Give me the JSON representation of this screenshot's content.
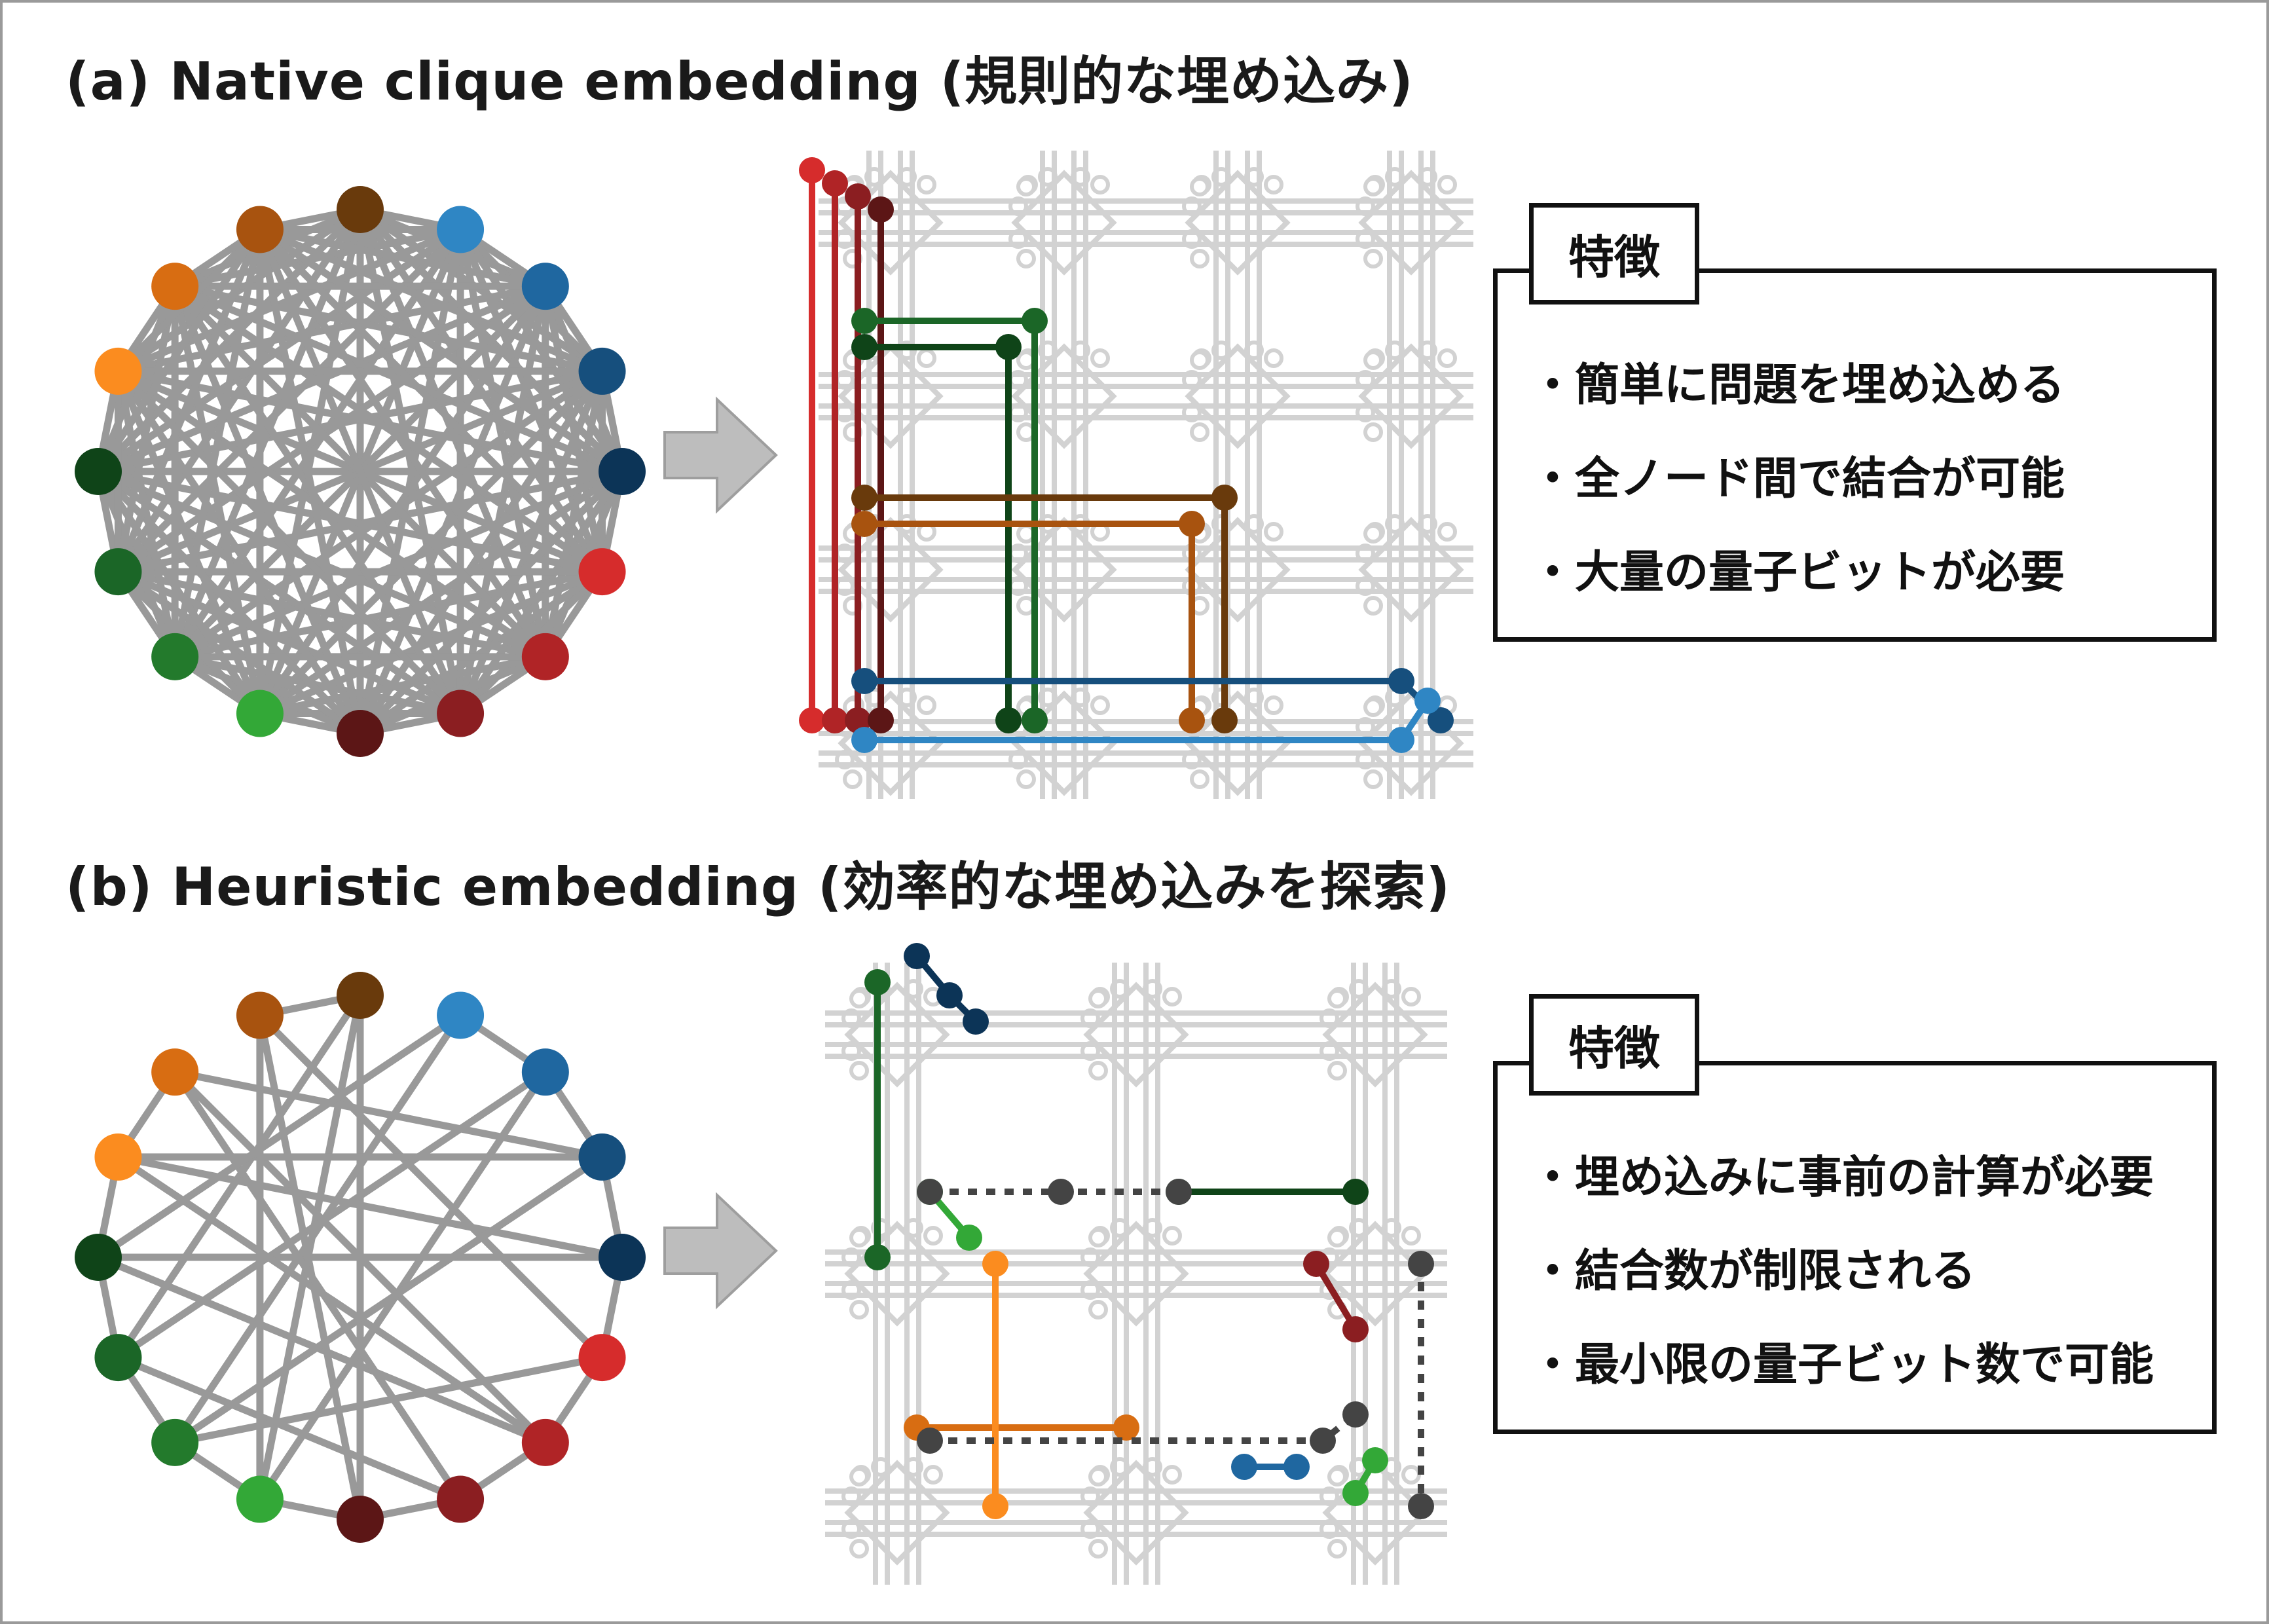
{
  "colors": {
    "edge": "#999999",
    "grid": "#d2d2d2",
    "arrow_fill": "#bdbdbd",
    "arrow_stroke": "#9e9e9e",
    "nodes": [
      "#693a0c",
      "#2f86c4",
      "#1f67a0",
      "#164f7d",
      "#0c3457",
      "#d62c2c",
      "#b02426",
      "#8b1e21",
      "#5c1616",
      "#33a837",
      "#237a2c",
      "#1b6627",
      "#0f4418",
      "#fb8c1f",
      "#d86d12",
      "#a8530f"
    ]
  },
  "panel_a": {
    "title": "(a) Native clique embedding (規則的な埋め込み)",
    "graph": {
      "type": "complete",
      "node_count": 16
    },
    "features_tag": "特徴",
    "features": [
      "・簡単に問題を埋め込める",
      "・全ノード間で結合が可能",
      "・大量の量子ビットが必要"
    ]
  },
  "panel_b": {
    "title": "(b) Heuristic embedding (効率的な埋め込みを探索)",
    "graph": {
      "type": "sparse",
      "node_count": 16,
      "edges": [
        [
          0,
          8
        ],
        [
          0,
          9
        ],
        [
          1,
          2
        ],
        [
          2,
          3
        ],
        [
          3,
          4
        ],
        [
          4,
          5
        ],
        [
          5,
          6
        ],
        [
          6,
          7
        ],
        [
          7,
          8
        ],
        [
          8,
          9
        ],
        [
          9,
          10
        ],
        [
          10,
          11
        ],
        [
          11,
          12
        ],
        [
          12,
          13
        ],
        [
          13,
          14
        ],
        [
          15,
          0
        ],
        [
          15,
          5
        ],
        [
          14,
          6
        ],
        [
          13,
          3
        ],
        [
          12,
          4
        ],
        [
          11,
          2
        ],
        [
          10,
          1
        ],
        [
          12,
          6
        ],
        [
          14,
          3
        ],
        [
          11,
          7
        ],
        [
          13,
          6
        ],
        [
          15,
          8
        ],
        [
          9,
          2
        ],
        [
          10,
          5
        ],
        [
          14,
          7
        ],
        [
          0,
          11
        ],
        [
          1,
          12
        ],
        [
          4,
          13
        ],
        [
          15,
          9
        ],
        [
          3,
          10
        ]
      ]
    },
    "features_tag": "特徴",
    "features": [
      "・埋め込みに事前の計算が必要",
      "・結合数が制限される",
      "・最小限の量子ビット数で可能"
    ]
  }
}
